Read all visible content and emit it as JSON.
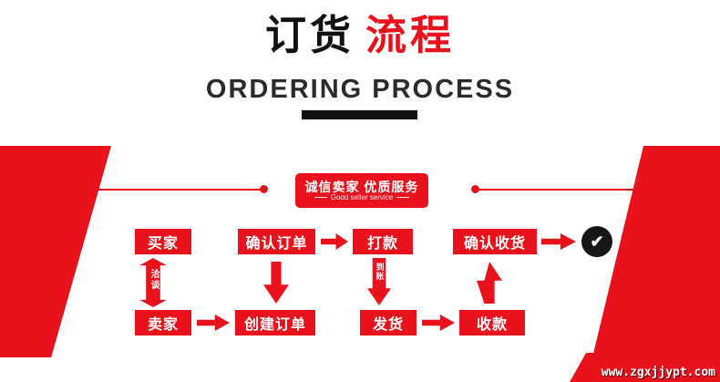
{
  "header": {
    "title_part1": "订货",
    "title_part2": "流程",
    "subtitle": "ORDERING PROCESS"
  },
  "badge": {
    "title": "诚信卖家 优质服务",
    "subtitle": "Good seller service"
  },
  "flow": {
    "buyer": "买家",
    "seller": "卖家",
    "confirm_order": "确认订单",
    "create_order": "创建订单",
    "pay": "打款",
    "ship": "发货",
    "collect": "收款",
    "confirm_receipt": "确认收货",
    "negotiate": "洽谈",
    "funds_arrived": "到账"
  },
  "icons": {
    "check": "✔"
  },
  "watermark": "www.zgxjjypt.com",
  "colors": {
    "red": "#e8111c",
    "dark": "#111111"
  }
}
